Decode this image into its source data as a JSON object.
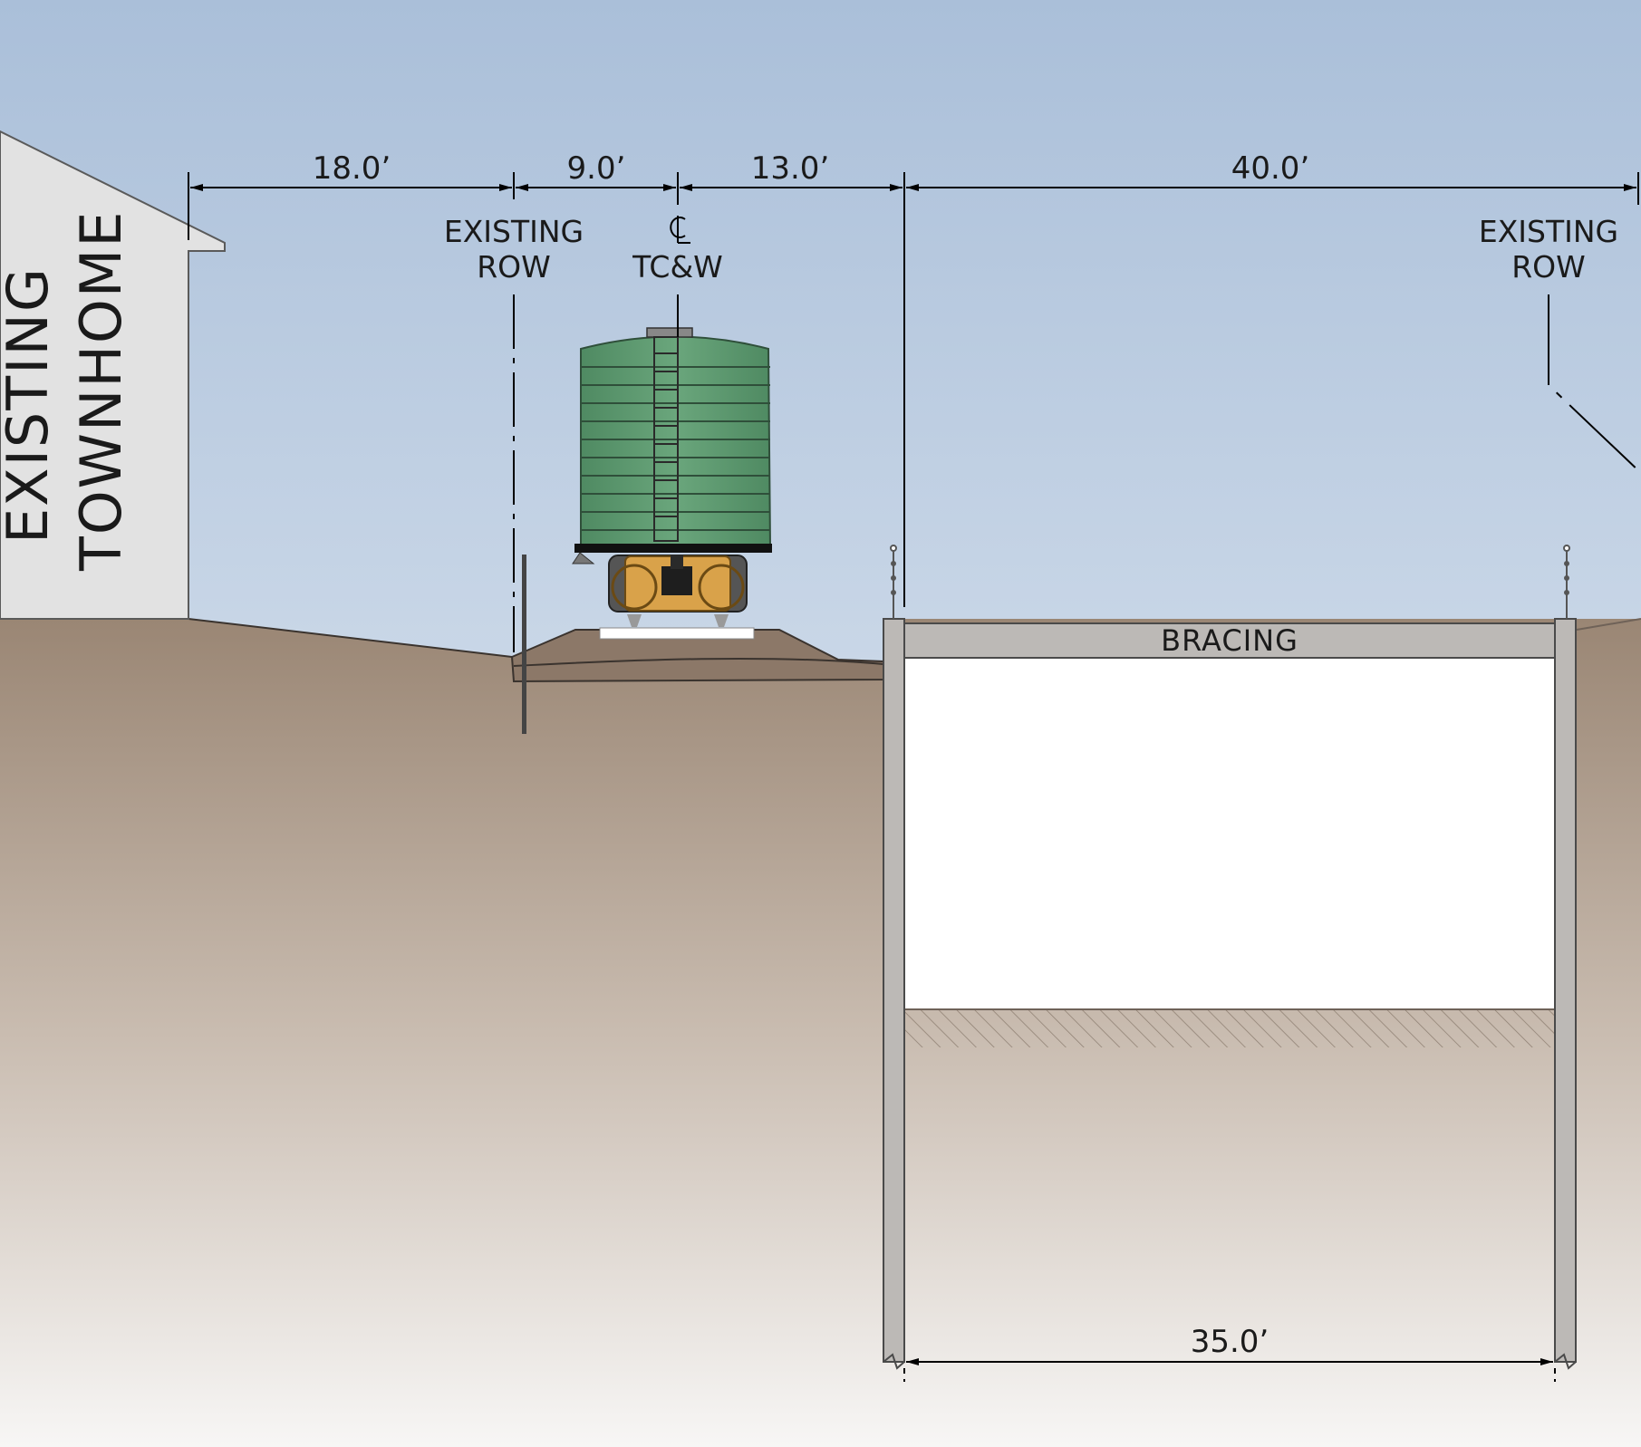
{
  "labels": {
    "townhome_line1": "EXISTING",
    "townhome_line2": "TOWNHOME",
    "row_left_line1": "EXISTING",
    "row_left_line2": "ROW",
    "centerline_symbol": "CL",
    "centerline_line2": "TC&W",
    "row_right_line1": "EXISTING",
    "row_right_line2": "ROW",
    "bracing": "BRACING"
  },
  "dimensions": {
    "d1": "18.0’",
    "d2": "9.0’",
    "d3": "13.0’",
    "d4": "40.0’",
    "trench_width": "35.0’"
  },
  "colors": {
    "sky_top": "#aabfd9",
    "sky_bottom": "#eef3f8",
    "soil_top": "#9a8674",
    "soil_bottom": "#f7f6f5",
    "railcar": "#5e9a71",
    "truck": "#d9a24a",
    "wall": "#bcb9b6",
    "house": "#e2e2e2"
  }
}
